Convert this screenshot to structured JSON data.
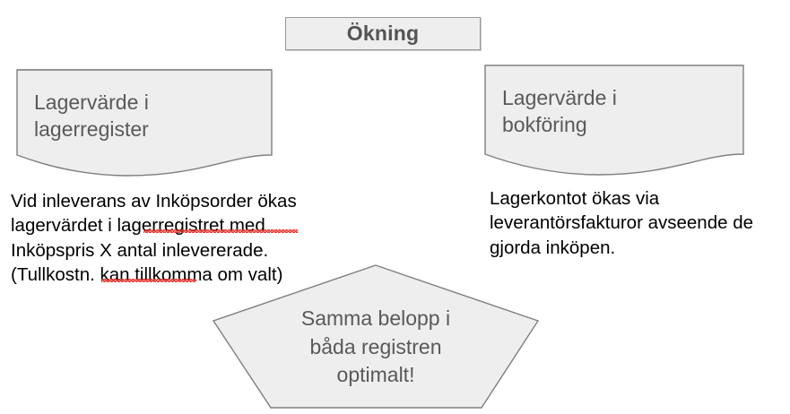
{
  "diagram": {
    "title_box": {
      "label": "Ökning",
      "fill": "#eeeeee",
      "stroke": "#9a9a9a",
      "text_color": "#545454"
    },
    "documents": [
      {
        "name": "lagerregister",
        "label": "Lagervärde i\nlagerregister",
        "fill": "#eeeeee",
        "stroke": "#7f7f7f",
        "text_color": "#59595c"
      },
      {
        "name": "bokforing",
        "label": "Lagervärde i\nbokföring",
        "fill": "#eeeeee",
        "stroke": "#7f7f7f",
        "text_color": "#59595c"
      }
    ],
    "notes": [
      {
        "name": "inkopsorder-note",
        "text": "Vid inleverans av Inköpsorder ökas lagervärdet i lagerregistret med Inköpspris X antal inlevererade. (Tullkostn. kan tillkomma om valt)",
        "text_color": "#000000",
        "misspelled": [
          "lagerregistret",
          "Tullkostn."
        ]
      },
      {
        "name": "lagerkonto-note",
        "text": "Lagerkontot ökas via leverantörsfakturor avseende de gjorda inköpen.",
        "text_color": "#000000",
        "misspelled": []
      }
    ],
    "pentagon": {
      "name": "samma-belopp",
      "label": "Samma belopp i\nbåda registren\noptimalt!",
      "fill": "#eeeeee",
      "stroke": "#7f7f7f",
      "text_color": "#59595c"
    }
  }
}
